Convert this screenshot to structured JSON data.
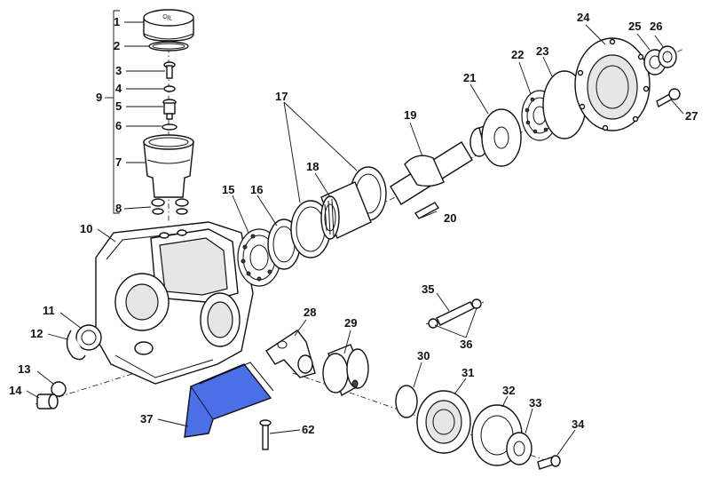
{
  "diagram": {
    "part_labels": [
      "1",
      "2",
      "3",
      "4",
      "5",
      "6",
      "7",
      "8",
      "9",
      "10",
      "11",
      "12",
      "13",
      "14",
      "15",
      "16",
      "17",
      "18",
      "19",
      "20",
      "21",
      "22",
      "23",
      "24",
      "25",
      "26",
      "27",
      "28",
      "29",
      "30",
      "31",
      "32",
      "33",
      "34",
      "35",
      "36",
      "37",
      "62"
    ],
    "cap_text": "OIL"
  },
  "colors": {
    "highlight_bracket": "#4a6fe6",
    "lines": "#111111",
    "background": "#ffffff"
  }
}
